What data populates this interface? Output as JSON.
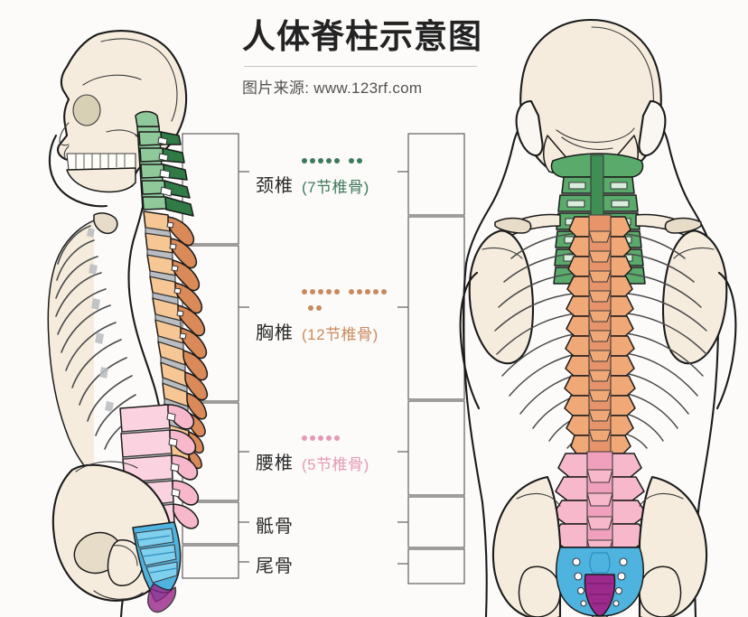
{
  "header": {
    "title": "人体脊柱示意图",
    "source": "图片来源: www.123rf.com"
  },
  "diagram": {
    "views": [
      "lateral-view",
      "posterior-view"
    ],
    "background_color": "#fcfbfa",
    "bone_color": "#f5ecdd",
    "outline_color": "#1b1b1b"
  },
  "labels": [
    {
      "id": "cervical",
      "name": "颈椎",
      "count_text": "(7节椎骨)",
      "dots": 7,
      "dot_groups": [
        5,
        2
      ],
      "color": "#3f7a5d",
      "text_color": "#2b2b2b"
    },
    {
      "id": "thoracic",
      "name": "胸椎",
      "count_text": "(12节椎骨)",
      "dots": 12,
      "dot_groups": [
        5,
        5,
        2
      ],
      "color": "#c98a5e",
      "text_color": "#2b2b2b"
    },
    {
      "id": "lumbar",
      "name": "腰椎",
      "count_text": "(5节椎骨)",
      "dots": 5,
      "dot_groups": [
        5
      ],
      "color": "#e49ab5",
      "text_color": "#2b2b2b"
    },
    {
      "id": "sacrum",
      "name": "骶骨",
      "count_text": "",
      "dots": 0,
      "dot_groups": [],
      "color": "#4fb0dd",
      "text_color": "#2b2b2b"
    },
    {
      "id": "coccyx",
      "name": "尾骨",
      "count_text": "",
      "dots": 0,
      "dot_groups": [],
      "color": "#9c2a8c",
      "text_color": "#2b2b2b"
    }
  ],
  "segment_colors": {
    "cervical": "#5aab6b",
    "cervical_light": "#8fc99a",
    "thoracic": "#f0a876",
    "thoracic_light": "#f6c794",
    "thoracic_dark": "#d98a58",
    "lumbar": "#f7b8cc",
    "lumbar_light": "#fbd3e0",
    "sacrum": "#4fb3e0",
    "sacrum_light": "#7fcfee",
    "coccyx": "#9c2a8c",
    "bone": "#f5ecdd",
    "bone_shade": "#e6dcc8",
    "cartilage": "#b9bcc0"
  }
}
